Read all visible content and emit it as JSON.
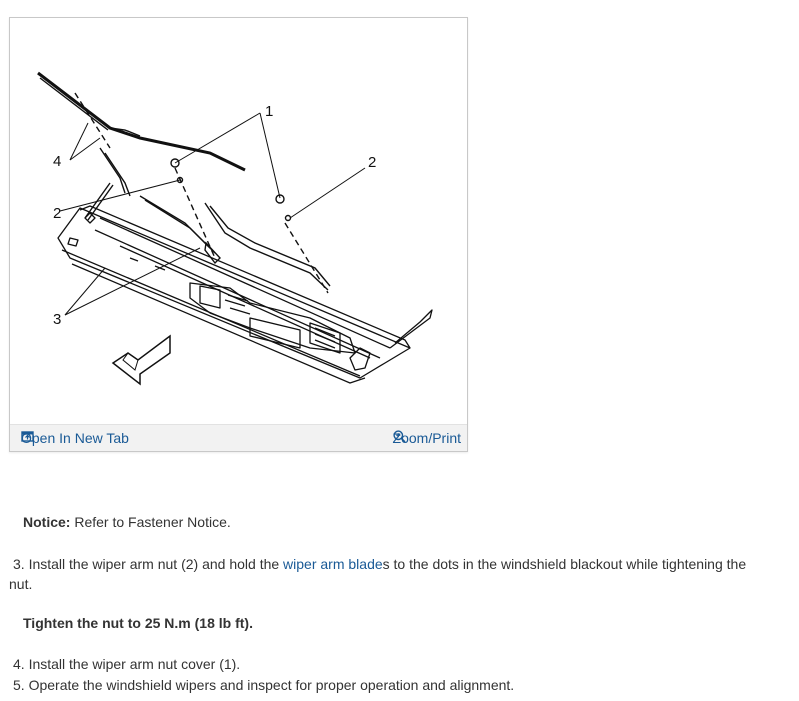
{
  "figure": {
    "callouts": {
      "c1": "1",
      "c2a": "2",
      "c2b": "2",
      "c3": "3",
      "c4": "4"
    },
    "open_tab_label": "Open In New Tab",
    "zoom_label": "Zoom/Print",
    "link_color": "#1a5a96"
  },
  "notice": {
    "label": "Notice:",
    "text": " Refer to Fastener Notice."
  },
  "steps": {
    "step3": {
      "number": "3.",
      "before": " Install the wiper arm nut (2) and hold the ",
      "link": "wiper arm blade",
      "after": "s to the dots in the windshield blackout while tightening the nut."
    },
    "torque": "Tighten the nut to 25 N.m (18 lb ft).",
    "step4": "4. Install the wiper arm nut cover (1).",
    "step5": "5. Operate the windshield wipers and inspect for proper operation and alignment."
  }
}
